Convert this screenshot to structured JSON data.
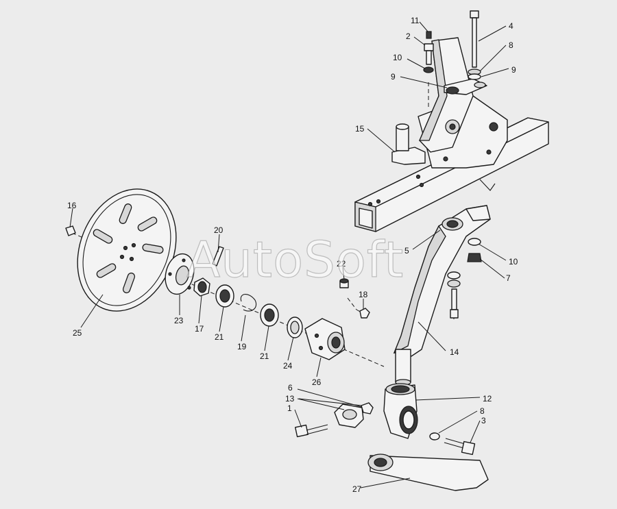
{
  "watermark": "AutoSoft",
  "callouts": [
    {
      "id": "c11a",
      "text": "11"
    },
    {
      "id": "c2",
      "text": "2"
    },
    {
      "id": "c10a",
      "text": "10"
    },
    {
      "id": "c9a",
      "text": "9"
    },
    {
      "id": "c4",
      "text": "4"
    },
    {
      "id": "c8a",
      "text": "8"
    },
    {
      "id": "c9b",
      "text": "9"
    },
    {
      "id": "c15",
      "text": "15"
    },
    {
      "id": "c16",
      "text": "16"
    },
    {
      "id": "c20",
      "text": "20"
    },
    {
      "id": "c5",
      "text": "5"
    },
    {
      "id": "c10b",
      "text": "10"
    },
    {
      "id": "c7",
      "text": "7"
    },
    {
      "id": "c22",
      "text": "22"
    },
    {
      "id": "c18",
      "text": "18"
    },
    {
      "id": "c23",
      "text": "23"
    },
    {
      "id": "c17",
      "text": "17"
    },
    {
      "id": "c21a",
      "text": "21"
    },
    {
      "id": "c19",
      "text": "19"
    },
    {
      "id": "c21b",
      "text": "21"
    },
    {
      "id": "c24",
      "text": "24"
    },
    {
      "id": "c26",
      "text": "26"
    },
    {
      "id": "c25",
      "text": "25"
    },
    {
      "id": "c14",
      "text": "14"
    },
    {
      "id": "c6",
      "text": "6"
    },
    {
      "id": "c13",
      "text": "13"
    },
    {
      "id": "c1",
      "text": "1"
    },
    {
      "id": "c12",
      "text": "12"
    },
    {
      "id": "c8b",
      "text": "8"
    },
    {
      "id": "c3",
      "text": "3"
    },
    {
      "id": "c27",
      "text": "27"
    }
  ]
}
